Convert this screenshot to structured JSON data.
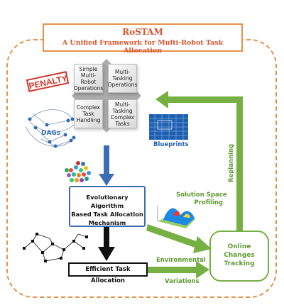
{
  "title": {
    "main": "RoSTAM",
    "sub": "A Unified Framework for Multi-Robot Task Allocation"
  },
  "penalty": "PENALTY",
  "dags_label": "DAGs",
  "blueprints_label": "Blueprints",
  "tiles": [
    "Simple Multi-Robot Operations",
    "Multi-Tasking Operations",
    "Complex Task Handling",
    "Multi-Tasking Complex Tasks"
  ],
  "evo_box": [
    "Evolutionary Algorithm",
    "Based Task Allocation",
    "Mechanism"
  ],
  "efficient_box": "Efficient Task Allocation",
  "online_box": [
    "Online",
    "Changes",
    "Tracking"
  ],
  "solution_space": [
    "Solution Space",
    "Profiling"
  ],
  "replanning": "Replanning",
  "environmental": "Environmental",
  "variations": "Variations",
  "colors": {
    "orange": "#e8914a",
    "green": "#76b043",
    "blue": "#3b6cb4",
    "title": "#d9532b"
  }
}
